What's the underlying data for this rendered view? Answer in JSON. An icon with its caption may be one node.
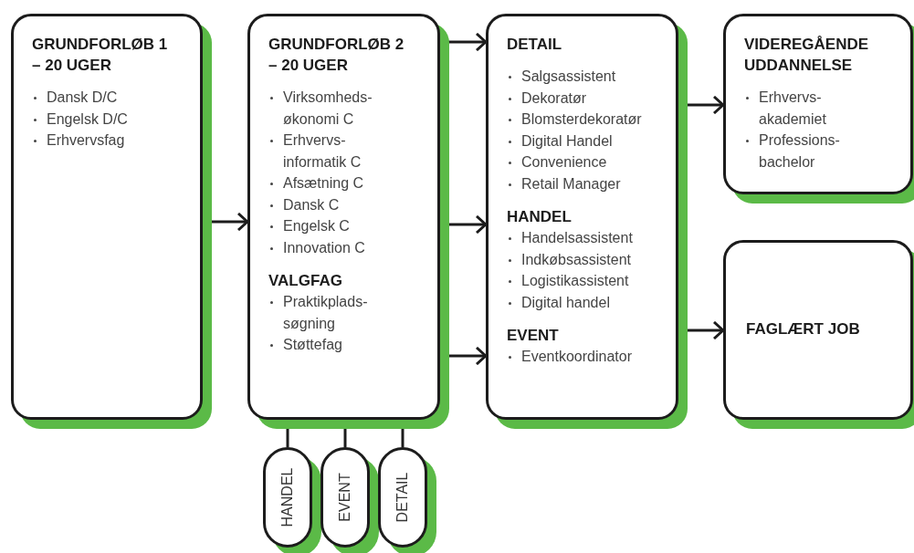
{
  "diagram": {
    "nodes": [
      {
        "text": [
          "GRUNDFORLØB 1 – 20 UGER",
          "Dansk D/C",
          "Engelsk D/C",
          "Erhvervsfag"
        ]
      },
      {
        "text": [
          "GRUNDFORLØB 2 – 20 UGER",
          "Virksomheds- økonomi C",
          "Erhvervs- informatik C",
          "Afsætning C",
          "Dansk C",
          "Engelsk C",
          "Innovation C",
          "VALGFAG",
          "Praktikplads- søgning",
          "Støttefag"
        ]
      },
      {
        "text": [
          "DETAIL",
          "Salgsassistent",
          "Dekoratør",
          "Blomsterdekoratør",
          "Digital Handel",
          "Convenience",
          "Retail Manager",
          "HANDEL",
          "Handelsassistent",
          "Indkøbsassistent",
          "Logistikassistent",
          "Digital handel",
          "EVENT",
          "Eventkoordinator"
        ]
      },
      {
        "text": [
          "VIDEREGÅENDE UDDANNELSE",
          "Erhvervs- akademiet",
          "Professions- bachelor"
        ]
      },
      {
        "text": [
          "FAGLÆRT JOB"
        ]
      },
      {
        "text": [
          "HANDEL"
        ]
      },
      {
        "text": [
          "EVENT"
        ]
      },
      {
        "text": [
          "DETAIL"
        ]
      }
    ],
    "edges": [
      {
        "from": 0,
        "to": 1,
        "arrow": "to"
      },
      {
        "from": 1,
        "to": 2,
        "arrow": "to"
      },
      {
        "from": 1,
        "to": 2,
        "arrow": "to"
      },
      {
        "from": 1,
        "to": 2,
        "arrow": "to"
      },
      {
        "from": 2,
        "to": 3,
        "arrow": "to"
      },
      {
        "from": 2,
        "to": 4,
        "arrow": "to"
      },
      {
        "from": 1,
        "to": 5,
        "arrow": "none"
      },
      {
        "from": 1,
        "to": 6,
        "arrow": "none"
      },
      {
        "from": 1,
        "to": 7,
        "arrow": "none"
      }
    ]
  }
}
